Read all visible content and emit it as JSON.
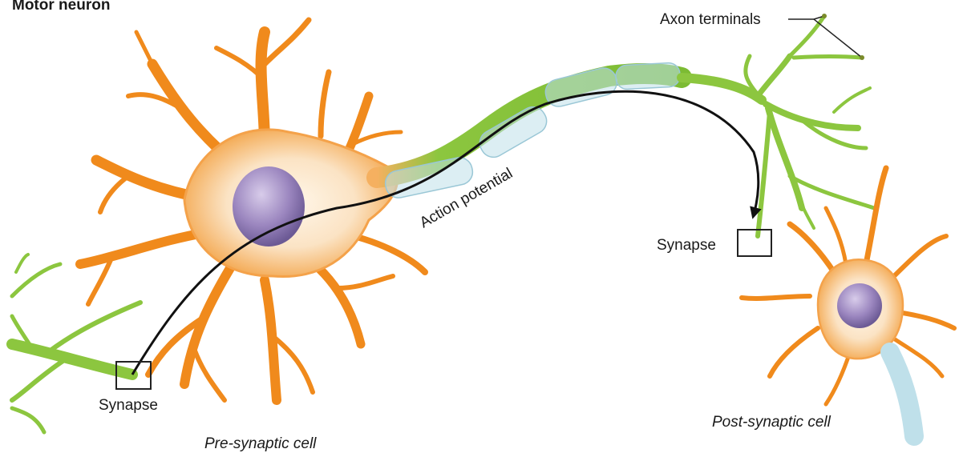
{
  "title": "Motor neuron",
  "labels": {
    "axon_terminals": "Axon terminals",
    "action_potential": "Action potential",
    "synapse_left": "Synapse",
    "synapse_right": "Synapse",
    "pre_synaptic": "Pre-synaptic cell",
    "post_synaptic": "Post-synaptic cell"
  },
  "colors": {
    "dendrite_orange": "#f08a1c",
    "soma_cream": "#fbe3c4",
    "nucleus_purple": "#9b86bf",
    "axon_green": "#8cc63f",
    "myelin_blue": "#bfe0ea",
    "arrow_black": "#111111"
  }
}
